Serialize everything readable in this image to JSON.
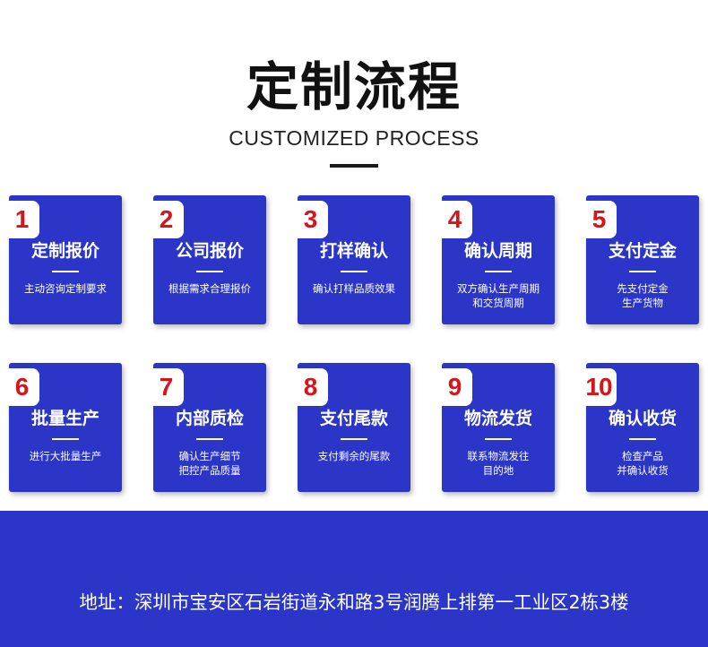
{
  "header": {
    "title": "定制流程",
    "subtitle": "CUSTOMIZED PROCESS"
  },
  "steps": [
    {
      "number": "1",
      "title": "定制报价",
      "desc": [
        "主动咨询定制要求"
      ]
    },
    {
      "number": "2",
      "title": "公司报价",
      "desc": [
        "根据需求合理报价"
      ]
    },
    {
      "number": "3",
      "title": "打样确认",
      "desc": [
        "确认打样品质效果"
      ]
    },
    {
      "number": "4",
      "title": "确认周期",
      "desc": [
        "双方确认生产周期",
        "和交货周期"
      ]
    },
    {
      "number": "5",
      "title": "支付定金",
      "desc": [
        "先支付定金",
        "生产货物"
      ]
    },
    {
      "number": "6",
      "title": "批量生产",
      "desc": [
        "进行大批量生产"
      ]
    },
    {
      "number": "7",
      "title": "内部质检",
      "desc": [
        "确认生产细节",
        "把控产品质量"
      ]
    },
    {
      "number": "8",
      "title": "支付尾款",
      "desc": [
        "支付剩余的尾款"
      ]
    },
    {
      "number": "9",
      "title": "物流发货",
      "desc": [
        "联系物流发往",
        "目的地"
      ]
    },
    {
      "number": "10",
      "title": "确认收货",
      "desc": [
        "检查产品",
        "并确认收货"
      ]
    }
  ],
  "footer": {
    "address": "地址：深圳市宝安区石岩街道永和路3号润腾上排第一工业区2栋3楼"
  },
  "colors": {
    "card_blue": "#2b36c9",
    "number_red": "#d8141b"
  }
}
